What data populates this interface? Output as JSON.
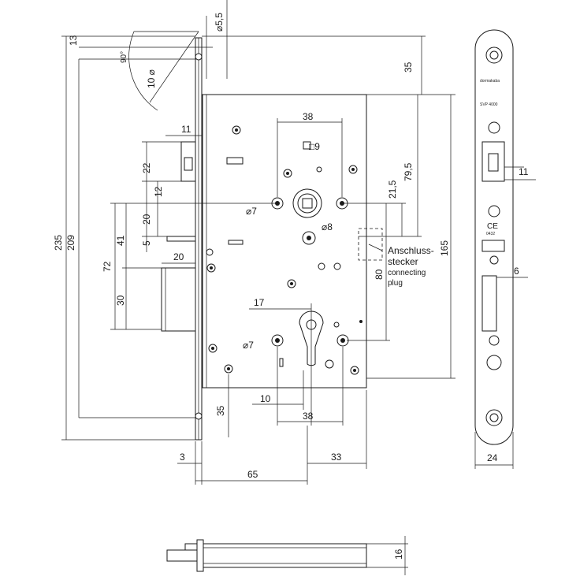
{
  "dimensions": {
    "top_13": "13",
    "screw_dia_5_5": "⌀5,5",
    "angle_90": "90°",
    "dia_10": "10 ⌀",
    "top_35": "35",
    "total_235": "235",
    "total_209": "209",
    "follower_38": "38",
    "square_9": "□9",
    "dim_11_left": "11",
    "dim_22": "22",
    "dim_12": "12",
    "dim_20_upper": "20",
    "dim_5": "5",
    "dim_41": "41",
    "dim_72": "72",
    "dim_20_latch": "20",
    "dim_30": "30",
    "dia_7_upper": "⌀7",
    "dia_8": "⌀8",
    "dim_21_5": "21,5",
    "dim_79_5": "79,5",
    "dim_165": "165",
    "dim_80": "80",
    "dim_17": "17",
    "dia_7_lower": "⌀7",
    "dim_10": "10",
    "cyl_38": "38",
    "bottom_35": "35",
    "dim_3": "3",
    "dim_65": "65",
    "dim_33": "33",
    "plate_11": "11",
    "plate_6": "6",
    "plate_24": "24",
    "side_16": "16"
  },
  "labels": {
    "connector_de_1": "Anschluss-",
    "connector_de_2": "stecker",
    "connector_en_1": "connecting",
    "connector_en_2": "plug",
    "plate_brand_1": "dormakaba",
    "plate_brand_2": "SVP 4000",
    "plate_ce": "CE",
    "plate_ce_num": "0432"
  }
}
